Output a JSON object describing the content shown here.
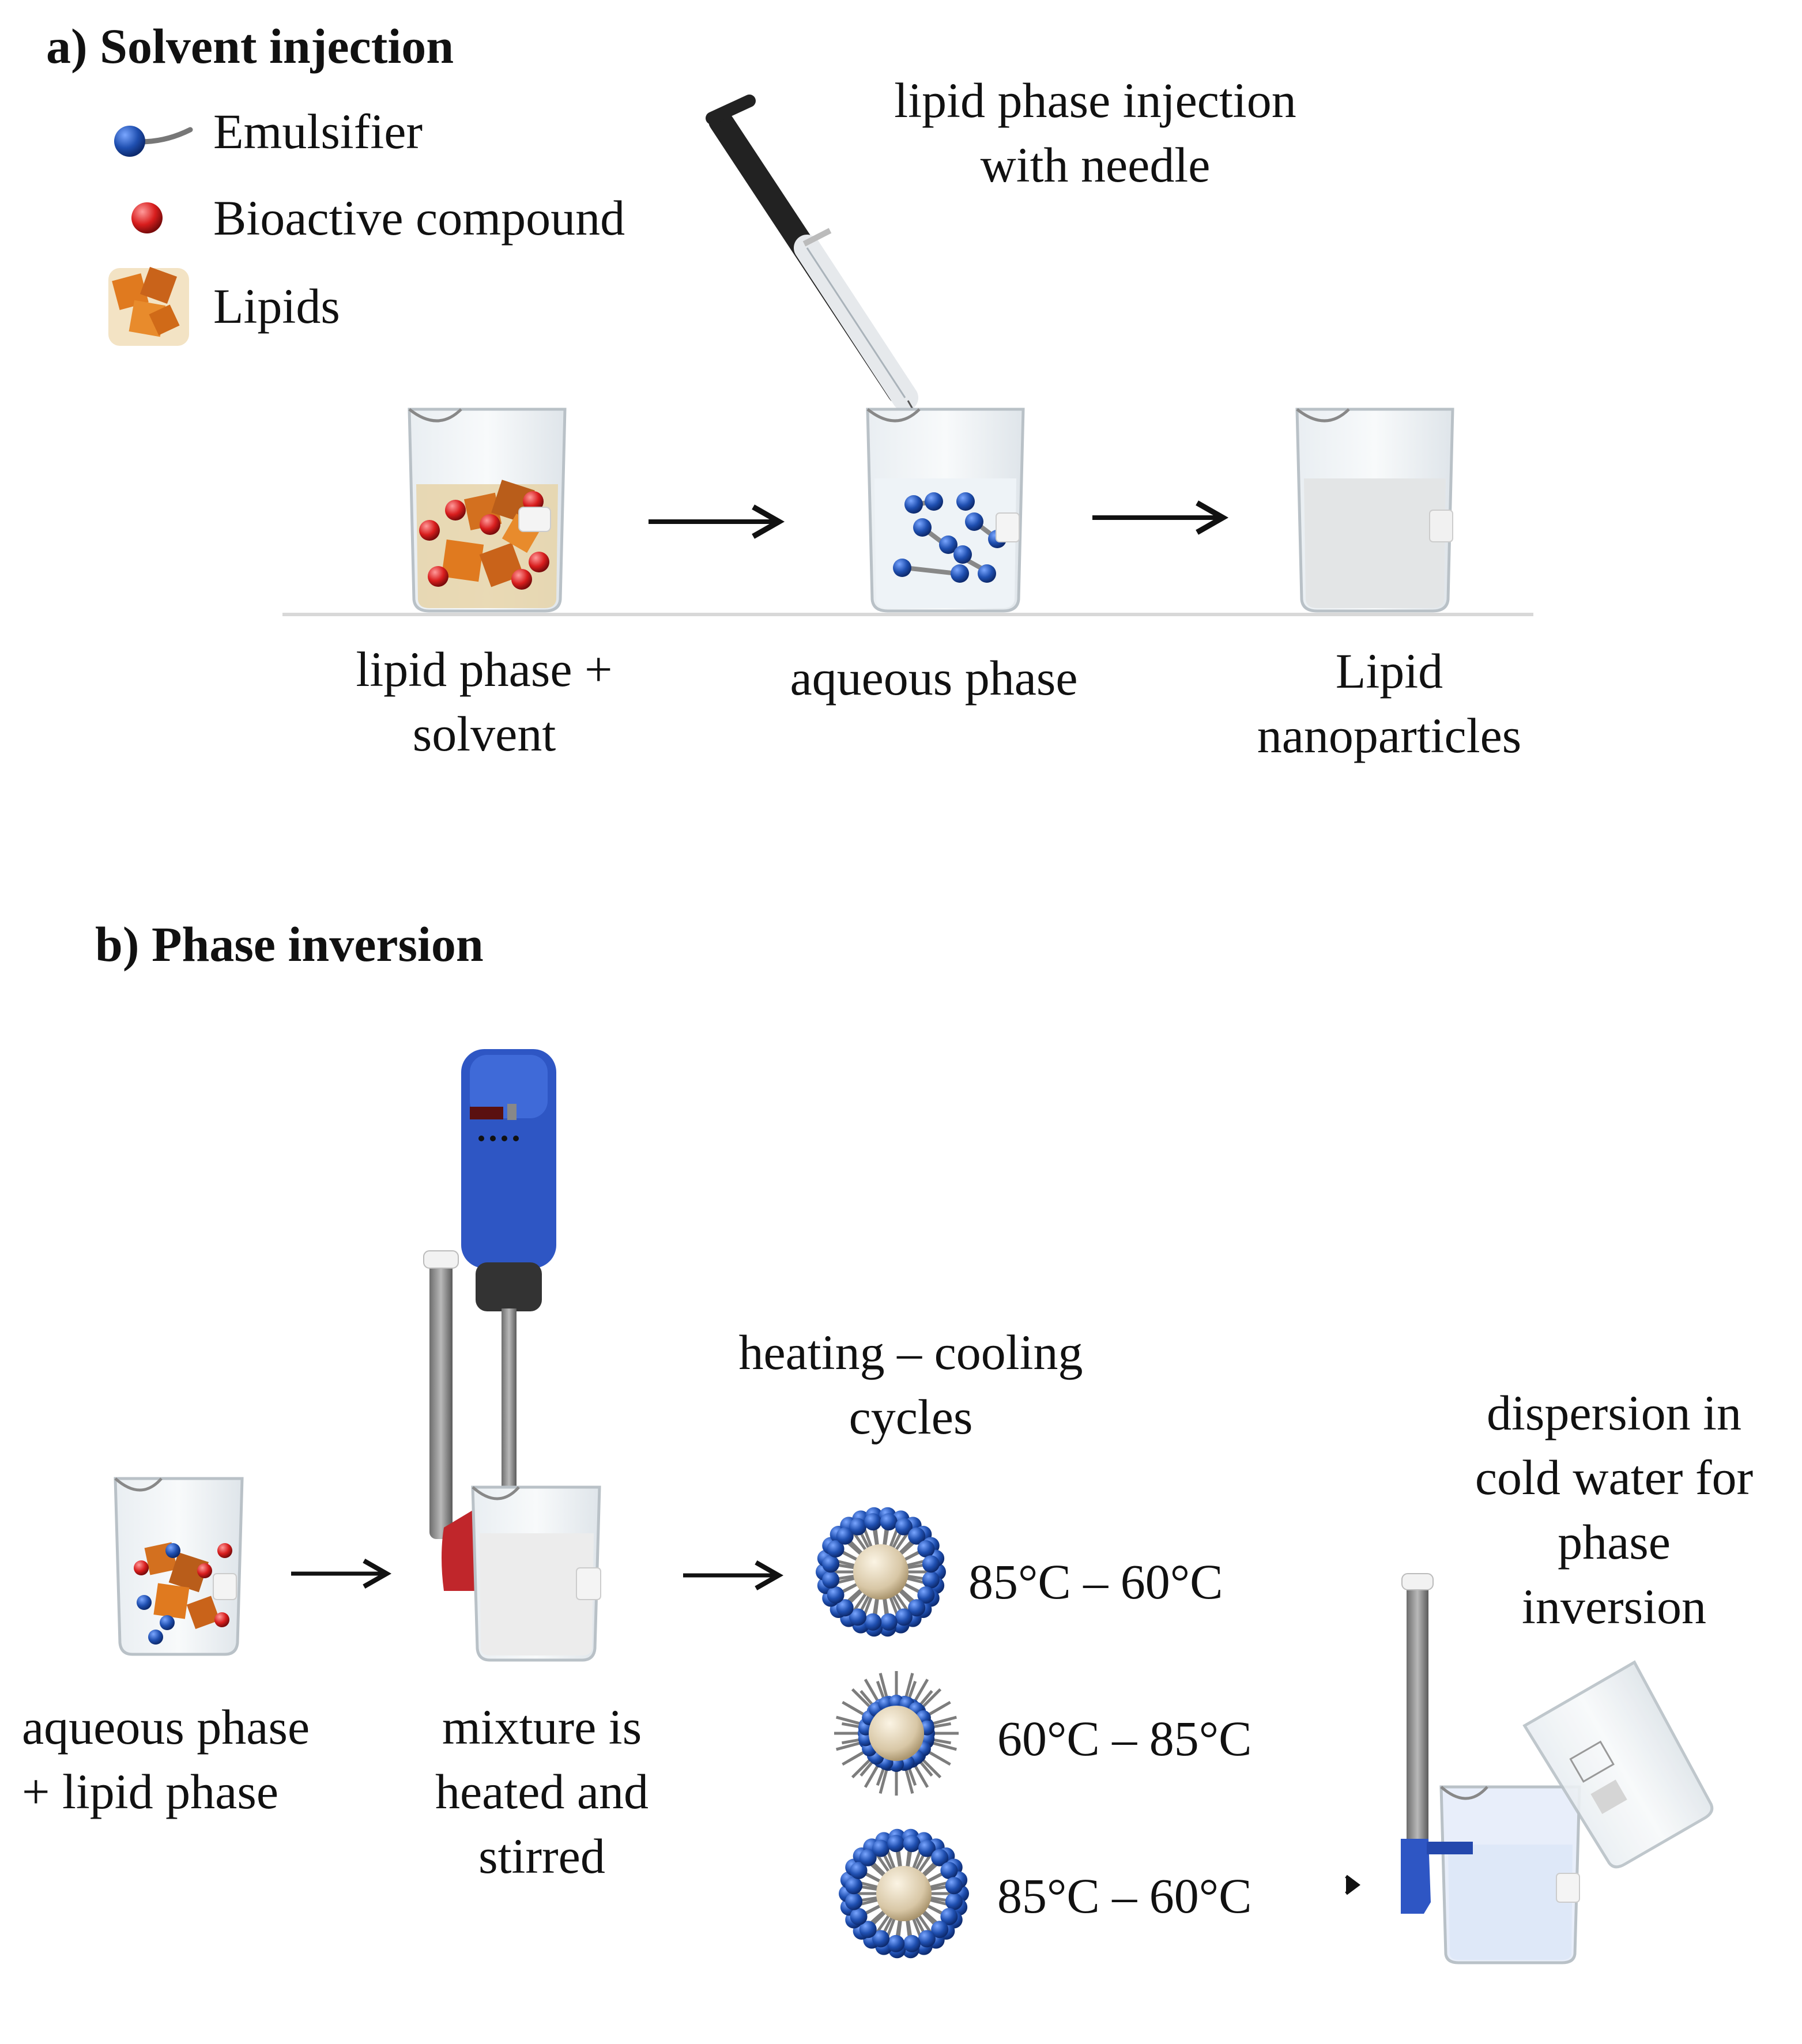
{
  "section_a": {
    "title": "a) Solvent injection",
    "legend": [
      {
        "label": "Emulsifier",
        "icon": "emulsifier-icon"
      },
      {
        "label": "Bioactive compound",
        "icon": "bioactive-compound-icon"
      },
      {
        "label": "Lipids",
        "icon": "lipids-icon"
      }
    ],
    "syringe_caption": [
      "lipid phase injection",
      "with needle"
    ],
    "steps": [
      {
        "lines": [
          "lipid phase +",
          "solvent"
        ]
      },
      {
        "lines": [
          "aqueous phase"
        ]
      },
      {
        "lines": [
          "Lipid",
          "nanoparticles"
        ]
      }
    ]
  },
  "section_b": {
    "title": "b) Phase inversion",
    "steps": [
      {
        "lines": [
          "aqueous phase",
          "+ lipid phase"
        ]
      },
      {
        "lines": [
          "mixture is",
          "heated and",
          "stirred"
        ]
      }
    ],
    "cycles_caption": [
      "heating – cooling",
      "cycles"
    ],
    "cycles": [
      {
        "label": "85°C – 60°C"
      },
      {
        "label": "60°C – 85°C"
      },
      {
        "label": "85°C – 60°C"
      }
    ],
    "final_caption": [
      "dispersion in",
      "cold water for",
      "phase",
      "inversion"
    ]
  },
  "colors": {
    "emulsifier_head": "#1f4fb0",
    "bioactive": "#d81d1d",
    "lipid": "#e07a1f",
    "homogenizer": "#2e56c4",
    "holder_red": "#c0262b",
    "core": "#d8c7a6"
  }
}
